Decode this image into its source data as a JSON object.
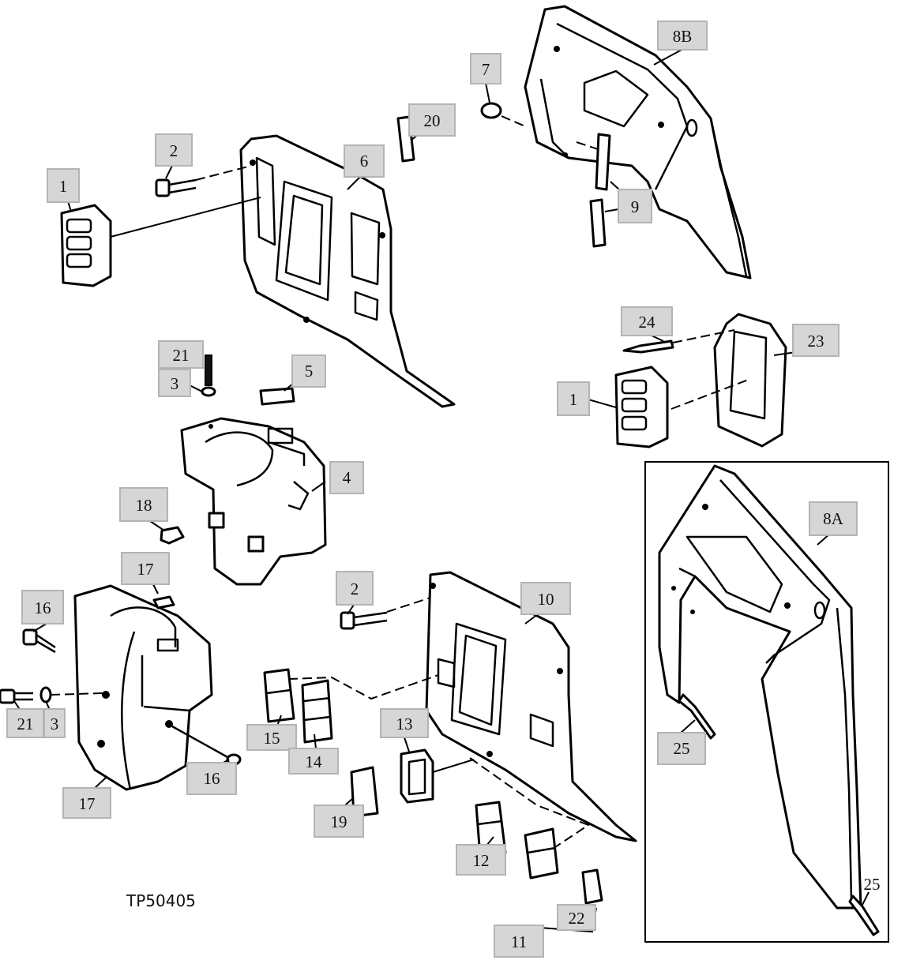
{
  "reference_code": "TP50405",
  "callouts": {
    "c_8B": "8B",
    "c_7": "7",
    "c_20": "20",
    "c_2a": "2",
    "c_6": "6",
    "c_1a": "1",
    "c_9": "9",
    "c_24": "24",
    "c_23": "23",
    "c_1b": "1",
    "c_21a": "21",
    "c_3a": "3",
    "c_5": "5",
    "c_4": "4",
    "c_18": "18",
    "c_17a": "17",
    "c_16a": "16",
    "c_21b": "21",
    "c_3b": "3",
    "c_16b": "16",
    "c_17b": "17",
    "c_2b": "2",
    "c_10": "10",
    "c_15": "15",
    "c_14": "14",
    "c_13": "13",
    "c_19": "19",
    "c_12": "12",
    "c_11": "11",
    "c_22": "22",
    "c_8A": "8A",
    "c_25a": "25",
    "c_25b": "25"
  }
}
